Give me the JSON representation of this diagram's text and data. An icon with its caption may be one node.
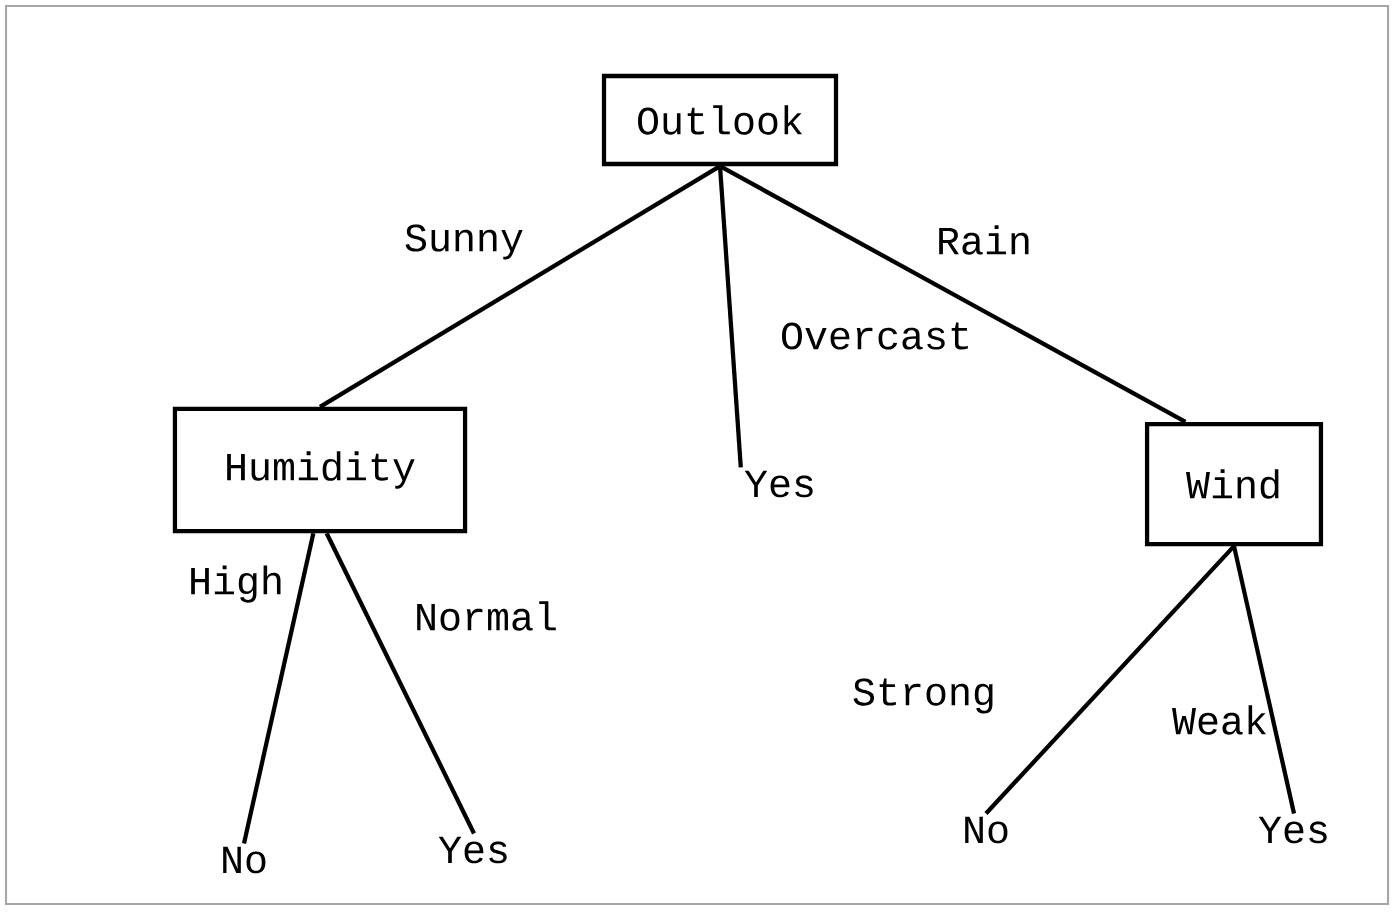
{
  "diagram": {
    "nodes": [
      {
        "text": [
          "Outlook"
        ]
      },
      {
        "text": [
          "Humidity"
        ]
      },
      {
        "text": [
          "Yes"
        ]
      },
      {
        "text": [
          "Wind"
        ]
      },
      {
        "text": [
          "No"
        ]
      },
      {
        "text": [
          "Yes"
        ]
      },
      {
        "text": [
          "No"
        ]
      },
      {
        "text": [
          "Yes"
        ]
      }
    ],
    "edges": [
      {
        "from": 0,
        "to": 1,
        "arrow": "none",
        "label": "Sunny"
      },
      {
        "from": 0,
        "to": 2,
        "arrow": "none",
        "label": "Overcast"
      },
      {
        "from": 0,
        "to": 3,
        "arrow": "none",
        "label": "Rain"
      },
      {
        "from": 1,
        "to": 4,
        "arrow": "none",
        "label": "High"
      },
      {
        "from": 1,
        "to": 5,
        "arrow": "none",
        "label": "Normal"
      },
      {
        "from": 3,
        "to": 6,
        "arrow": "none",
        "label": "Strong"
      },
      {
        "from": 3,
        "to": 7,
        "arrow": "none",
        "label": "Weak"
      }
    ]
  }
}
